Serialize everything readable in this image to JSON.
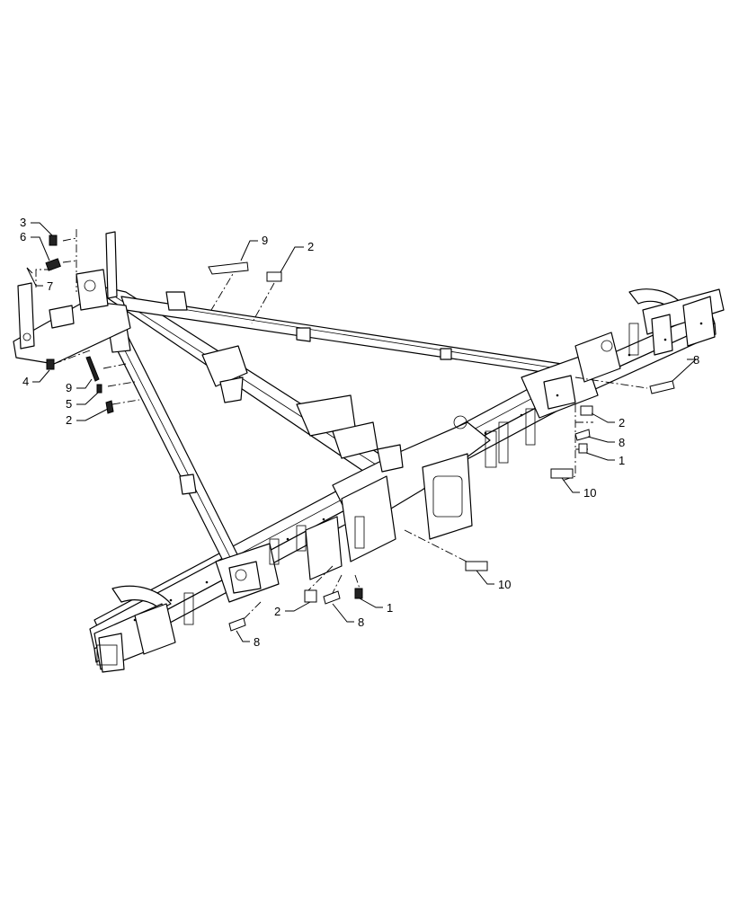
{
  "diagram": {
    "callouts": [
      {
        "id": "c-3-tl",
        "label": "3"
      },
      {
        "id": "c-6-tl",
        "label": "6"
      },
      {
        "id": "c-7-tl",
        "label": "7"
      },
      {
        "id": "c-4-l",
        "label": "4"
      },
      {
        "id": "c-9-l",
        "label": "9"
      },
      {
        "id": "c-5-l",
        "label": "5"
      },
      {
        "id": "c-2-l",
        "label": "2"
      },
      {
        "id": "c-9-top",
        "label": "9"
      },
      {
        "id": "c-2-top",
        "label": "2"
      },
      {
        "id": "c-8-r",
        "label": "8"
      },
      {
        "id": "c-2-r",
        "label": "2"
      },
      {
        "id": "c-8-r2",
        "label": "8"
      },
      {
        "id": "c-1-r",
        "label": "1"
      },
      {
        "id": "c-10-r",
        "label": "10"
      },
      {
        "id": "c-10-c",
        "label": "10"
      },
      {
        "id": "c-1-c",
        "label": "1"
      },
      {
        "id": "c-2-c",
        "label": "2"
      },
      {
        "id": "c-8-c",
        "label": "8"
      },
      {
        "id": "c-8-bl",
        "label": "8"
      }
    ]
  }
}
